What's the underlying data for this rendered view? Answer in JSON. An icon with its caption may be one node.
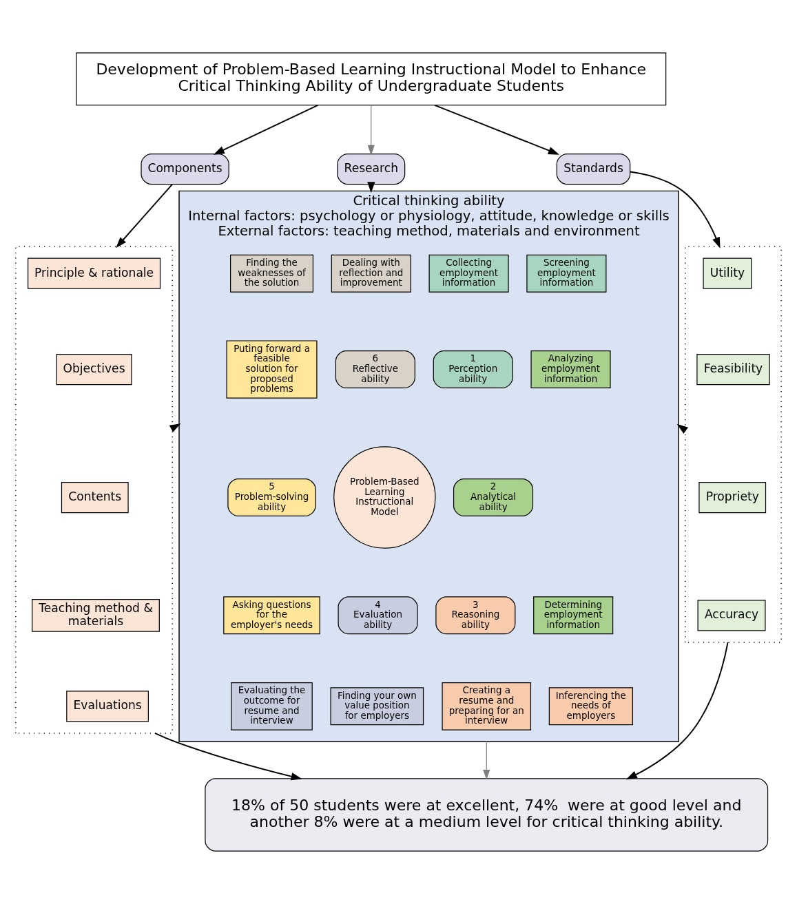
{
  "diagram": {
    "nodes": [
      {
        "text": [
          "Development of Problem-Based Learning Instructional Model to Enhance Critical Thinking Ability of Undergraduate Students"
        ]
      },
      {
        "text": [
          "Components"
        ]
      },
      {
        "text": [
          "Research"
        ]
      },
      {
        "text": [
          "Standards"
        ]
      },
      {
        "text": [],
        "shape": "box"
      },
      {
        "text": [
          "Principle & rationale"
        ],
        "in": 4
      },
      {
        "text": [
          "Objectives"
        ],
        "in": 4
      },
      {
        "text": [
          "Contents"
        ],
        "in": 4
      },
      {
        "text": [
          "Teaching method & materials"
        ],
        "in": 4
      },
      {
        "text": [
          "Evaluations"
        ],
        "in": 4
      },
      {
        "text": [
          "Critical thinking ability",
          "Internal factors: psychology or physiology, attitude, knowledge or skills",
          "External factors: teaching method, materials and environment"
        ]
      },
      {
        "text": [
          "Problem-Based Learning Instructional Model"
        ],
        "in": 10
      },
      {
        "text": [
          "1",
          "Perception ability"
        ],
        "in": 10
      },
      {
        "text": [
          "Collecting employment information"
        ],
        "in": 10
      },
      {
        "text": [
          "Screening employment information"
        ],
        "in": 10
      },
      {
        "text": [
          "2",
          "Analytical ability"
        ],
        "in": 10
      },
      {
        "text": [
          "Analyzing employment information"
        ],
        "in": 10
      },
      {
        "text": [
          "Determining employment information"
        ],
        "in": 10
      },
      {
        "text": [
          "3",
          "Reasoning ability"
        ],
        "in": 10
      },
      {
        "text": [
          "Inferencing the needs of employers"
        ],
        "in": 10
      },
      {
        "text": [
          "Creating a resume and preparing for an interview"
        ],
        "in": 10
      },
      {
        "text": [
          "4",
          "Evaluation ability"
        ],
        "in": 10
      },
      {
        "text": [
          "Finding your own value position for employers"
        ],
        "in": 10
      },
      {
        "text": [
          "Evaluating the outcome for resume and interview"
        ],
        "in": 10
      },
      {
        "text": [
          "5",
          "Problem-solving ability"
        ],
        "in": 10
      },
      {
        "text": [
          "Asking questions for the employer's needs"
        ],
        "in": 10
      },
      {
        "text": [
          "Puting forward a feasible solution for proposed problems"
        ],
        "in": 10
      },
      {
        "text": [
          "6",
          "Reflective ability"
        ],
        "in": 10
      },
      {
        "text": [
          "Finding the weaknesses of the solution"
        ],
        "in": 10
      },
      {
        "text": [
          "Dealing with reflection and improvement"
        ],
        "in": 10
      },
      {
        "text": [],
        "shape": "box"
      },
      {
        "text": [
          "Utility"
        ],
        "in": 30
      },
      {
        "text": [
          "Feasibility"
        ],
        "in": 30
      },
      {
        "text": [
          "Propriety"
        ],
        "in": 30
      },
      {
        "text": [
          "Accuracy"
        ],
        "in": 30
      },
      {
        "text": [
          "18% of 50 students were at excellent, 74%  were at good level and another 8% were at a medium level for critical thinking ability."
        ]
      }
    ],
    "edges": [
      {
        "from": 0,
        "to": 1,
        "arrow": "to"
      },
      {
        "from": 0,
        "to": 2,
        "arrow": "to",
        "color": "#7f7f7f"
      },
      {
        "from": 0,
        "to": 3,
        "arrow": "to"
      },
      {
        "from": 1,
        "to": 4,
        "arrow": "to"
      },
      {
        "from": 2,
        "to": 10,
        "arrow": "to"
      },
      {
        "from": 3,
        "to": 30,
        "arrow": "to"
      },
      {
        "from": 4,
        "to": 10,
        "arrow": "to"
      },
      {
        "from": 30,
        "to": 10,
        "arrow": "to"
      },
      {
        "from": 4,
        "to": 35,
        "arrow": "to"
      },
      {
        "from": 10,
        "to": 35,
        "arrow": "to",
        "color": "#7f7f7f"
      },
      {
        "from": 30,
        "to": 35,
        "arrow": "to"
      }
    ]
  }
}
